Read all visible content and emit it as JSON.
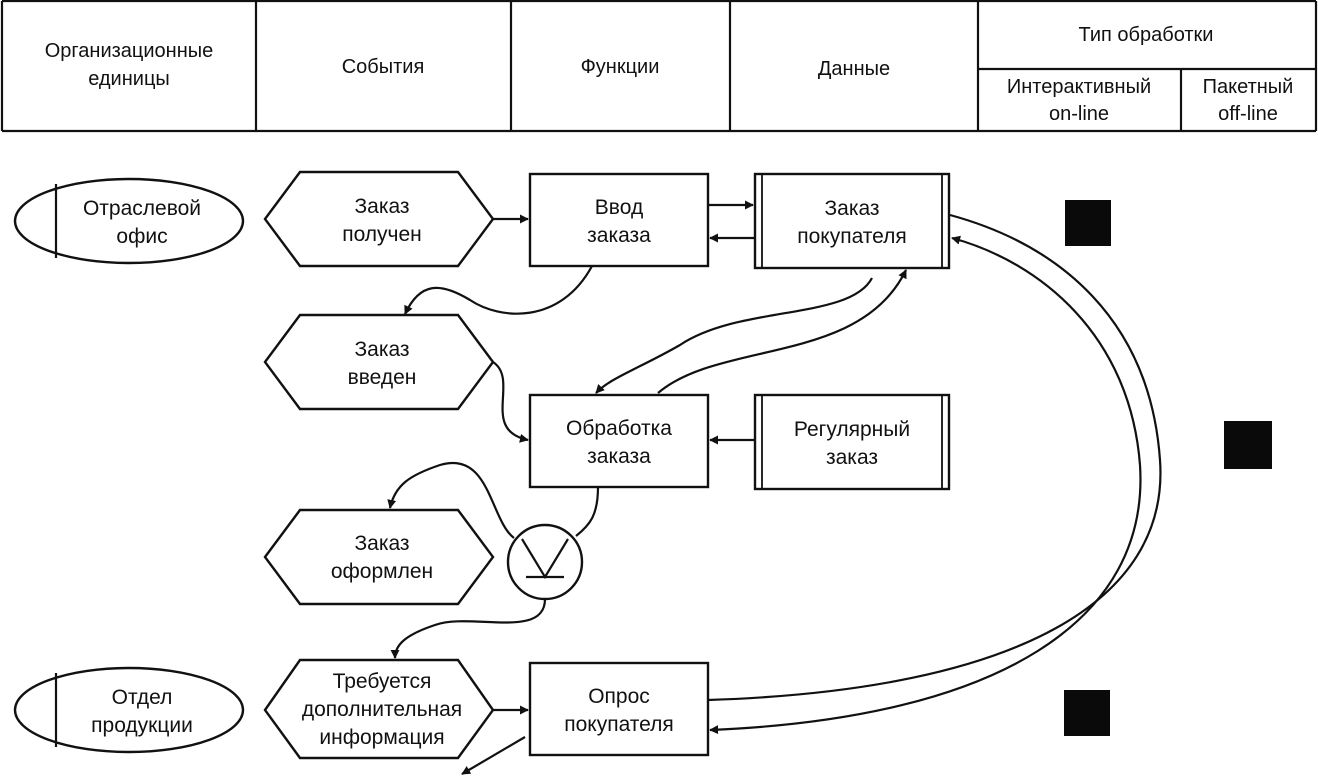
{
  "header": {
    "org_units_line1": "Организационные",
    "org_units_line2": "единицы",
    "events": "События",
    "functions": "Функции",
    "data": "Данные",
    "processing_type": "Тип обработки",
    "interactive_line1": "Интерактивный",
    "interactive_line2": "on-line",
    "batch_line1": "Пакетный",
    "batch_line2": "off-line"
  },
  "org_units": {
    "branch_office": [
      "Отраслевой",
      "офис"
    ],
    "production_dept": [
      "Отдел",
      "продукции"
    ]
  },
  "events": {
    "order_received": [
      "Заказ",
      "получен"
    ],
    "order_entered": [
      "Заказ",
      "введен"
    ],
    "order_completed": [
      "Заказ",
      "оформлен"
    ],
    "info_required": [
      "Требуется",
      "дополнительная",
      "информация"
    ]
  },
  "functions": {
    "order_entry": [
      "Ввод",
      "заказа"
    ],
    "order_processing": [
      "Обработка",
      "заказа"
    ],
    "customer_inquiry": [
      "Опрос",
      "покупателя"
    ]
  },
  "data_objects": {
    "customer_order": [
      "Заказ",
      "покупателя"
    ],
    "regular_order": [
      "Регулярный",
      "заказ"
    ]
  },
  "connector": {
    "type": "xor",
    "icon": "xor-connector-icon"
  },
  "processing_markers": {
    "order_entry": "interactive",
    "order_processing": "batch",
    "customer_inquiry": "interactive"
  },
  "colors": {
    "line": "#111111",
    "marker": "#0a0a0a",
    "background": "#ffffff"
  }
}
